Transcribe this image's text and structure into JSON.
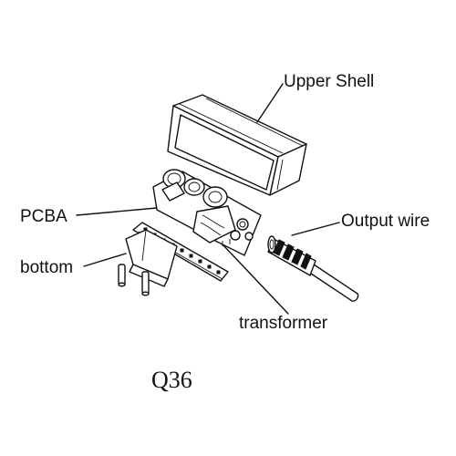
{
  "diagram": {
    "labels": {
      "upper_shell": "Upper Shell",
      "pcba": "PCBA",
      "bottom": "bottom",
      "output_wire": "Output wire",
      "transformer": "transformer"
    },
    "caption": "Q36"
  }
}
